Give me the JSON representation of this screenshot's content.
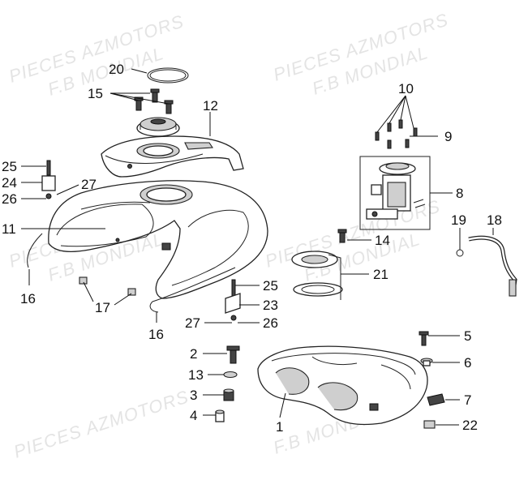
{
  "watermarks": [
    {
      "id": "wm1",
      "text": "PIECES AZMOTORS"
    },
    {
      "id": "wm2",
      "text": "F.B MONDIAL"
    },
    {
      "id": "wm3",
      "text": "PIECES AZMOTORS"
    },
    {
      "id": "wm4",
      "text": "F.B MONDIAL"
    },
    {
      "id": "wm5",
      "text": "PIECES AZMOTORS"
    },
    {
      "id": "wm6",
      "text": "F.B MONDIAL"
    },
    {
      "id": "wm7",
      "text": "PIECES AZMOTORS"
    },
    {
      "id": "wm8",
      "text": "F.B MONDIAL"
    },
    {
      "id": "wm9",
      "text": "PIECES AZMOTORS"
    },
    {
      "id": "wm10",
      "text": "F.B MONDIAL"
    }
  ],
  "callouts": [
    {
      "id": "c20",
      "label": "20"
    },
    {
      "id": "c15",
      "label": "15"
    },
    {
      "id": "c12",
      "label": "12"
    },
    {
      "id": "c10",
      "label": "10"
    },
    {
      "id": "c9",
      "label": "9"
    },
    {
      "id": "c25a",
      "label": "25"
    },
    {
      "id": "c24",
      "label": "24"
    },
    {
      "id": "c27a",
      "label": "27"
    },
    {
      "id": "c26a",
      "label": "26"
    },
    {
      "id": "c8",
      "label": "8"
    },
    {
      "id": "c11",
      "label": "11"
    },
    {
      "id": "c19",
      "label": "19"
    },
    {
      "id": "c18",
      "label": "18"
    },
    {
      "id": "c14",
      "label": "14"
    },
    {
      "id": "c21",
      "label": "21"
    },
    {
      "id": "c16a",
      "label": "16"
    },
    {
      "id": "c17",
      "label": "17"
    },
    {
      "id": "c25b",
      "label": "25"
    },
    {
      "id": "c23",
      "label": "23"
    },
    {
      "id": "c27b",
      "label": "27"
    },
    {
      "id": "c26b",
      "label": "26"
    },
    {
      "id": "c16b",
      "label": "16"
    },
    {
      "id": "c5",
      "label": "5"
    },
    {
      "id": "c2",
      "label": "2"
    },
    {
      "id": "c6",
      "label": "6"
    },
    {
      "id": "c13",
      "label": "13"
    },
    {
      "id": "c3",
      "label": "3"
    },
    {
      "id": "c7",
      "label": "7"
    },
    {
      "id": "c4",
      "label": "4"
    },
    {
      "id": "c1",
      "label": "1"
    },
    {
      "id": "c22",
      "label": "22"
    }
  ]
}
